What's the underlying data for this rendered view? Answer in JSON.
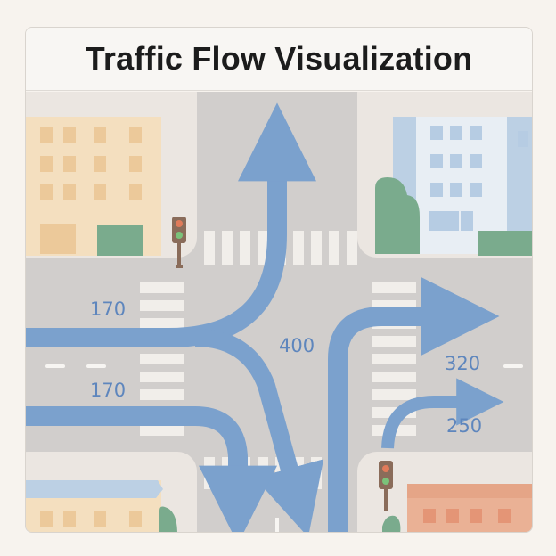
{
  "title": "Traffic Flow Visualization",
  "colors": {
    "background": "#f7f3ee",
    "road": "#d1cecc",
    "sidewalk": "#ebe6e1",
    "flow_arrow": "#7ba1cd",
    "label": "#5e86bd",
    "building_tan": "#f4dfbf",
    "building_blue": "#bcd0e4",
    "building_salmon": "#eab195",
    "tree_green": "#7aab8d",
    "signal_green": "#7bc27a",
    "signal_red": "#e07b5a"
  },
  "flows": [
    {
      "id": "west-upper",
      "label": "170"
    },
    {
      "id": "west-lower",
      "label": "170"
    },
    {
      "id": "center",
      "label": "400"
    },
    {
      "id": "east-upper",
      "label": "320"
    },
    {
      "id": "east-lower",
      "label": "250"
    }
  ],
  "icons": [
    "traffic-light-icon",
    "traffic-light-icon"
  ]
}
